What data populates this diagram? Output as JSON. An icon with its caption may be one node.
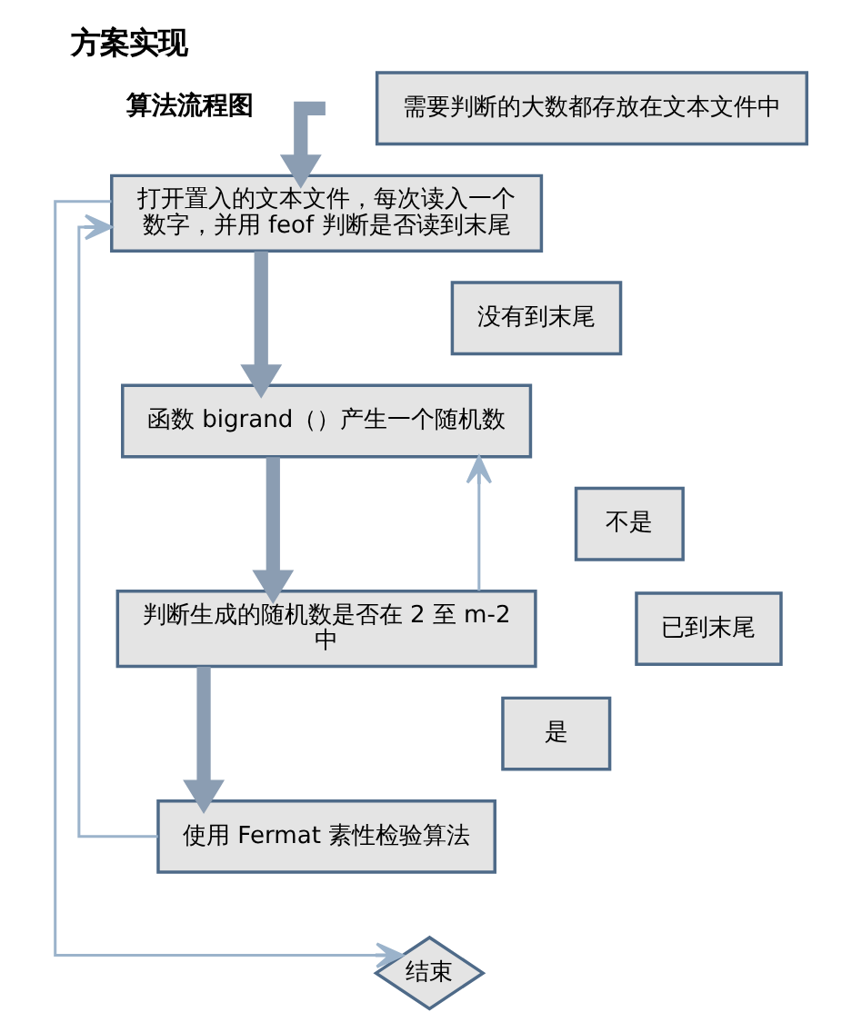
{
  "diagram": {
    "title": "方案实现",
    "nodes": [
      {
        "text": [
          "需要判断的大数都存放在文本文件中"
        ]
      },
      {
        "text": [
          "打开置入的文本文件，每次读入一个数字，并用 feof 判断是否读到末尾"
        ]
      },
      {
        "text": [
          "没有到末尾"
        ]
      },
      {
        "text": [
          "函数 bigrand（）产生一个随机数"
        ]
      },
      {
        "text": [
          "不是"
        ]
      },
      {
        "text": [
          "判断生成的随机数是否在 2 至 m-2 中"
        ]
      },
      {
        "text": [
          "是"
        ]
      },
      {
        "text": [
          "使用 Fermat 素性检验算法"
        ]
      },
      {
        "text": [
          "已到末尾"
        ]
      },
      {
        "text": [
          "结束"
        ]
      }
    ],
    "edges": [
      {
        "from": null,
        "to": 1,
        "arrow": "to"
      },
      {
        "from": 1,
        "to": 3,
        "arrow": "to"
      },
      {
        "from": 3,
        "to": 5,
        "arrow": "to"
      },
      {
        "from": 5,
        "to": 7,
        "arrow": "to"
      },
      {
        "from": 5,
        "to": 3,
        "arrow": "to",
        "color": "#9bb3cb"
      },
      {
        "from": 7,
        "to": 1,
        "arrow": "to",
        "color": "#9bb3cb"
      },
      {
        "from": 1,
        "to": 9,
        "arrow": "to",
        "color": "#9bb3cb"
      }
    ],
    "labels": [
      "算法流程图"
    ]
  }
}
